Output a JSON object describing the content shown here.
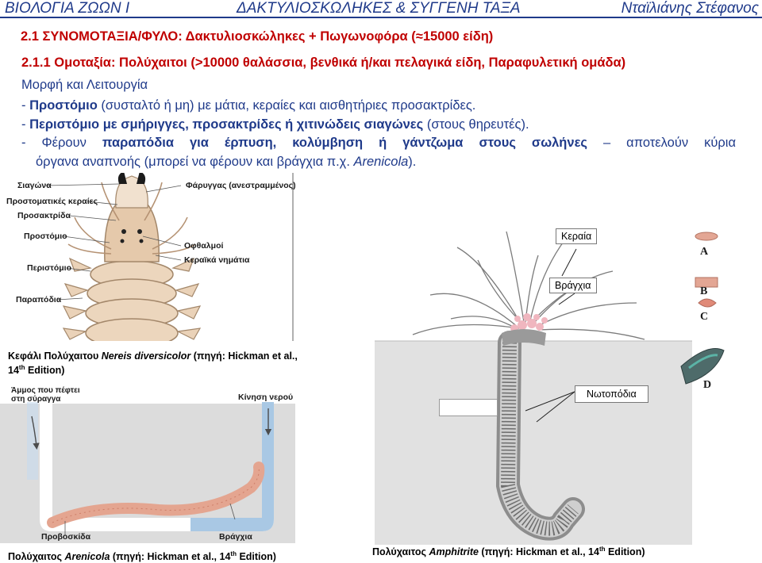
{
  "header": {
    "left": "ΒΙΟΛΟΓΙΑ ΖΩΩΝ Ι",
    "center": "ΔΑΚΤΥΛΙΟΣΚΩΛΗΚΕΣ & ΣΥΓΓΕΝΗ ΤΑΞΑ",
    "right": "Νταϊλιάνης Στέφανος"
  },
  "headings": {
    "section": "2.1  ΣΥΝΟΜΟΤΑΞΙΑ/ΦΥΛΟ: Δακτυλιοσκώληκες + Πωγωνοφόρα (≈15000 είδη)",
    "subsection": "2.1.1  Ομοταξία: Πολύχαιτοι (>10000 θαλάσσια, βενθικά ή/και πελαγικά είδη, Παραφυλετική ομάδα)",
    "topic": "Μορφή και Λειτουργία"
  },
  "bullets": {
    "b1_bold": "Προστόμιο",
    "b1_rest": " (συσταλτό ή μη) με μάτια, κεραίες και αισθητήριες προσακτρίδες.",
    "b2_bold": "Περιστόμιο με σμήριγγες, προσακτρίδες ή χιτινώδεις σιαγώνες",
    "b2_rest": " (στους θηρευτές).",
    "b3_pre": "Φέρουν ",
    "b3_bold": "παραπόδια για έρπυση, κολύμβηση ή γάντζωμα στους σωλήνες",
    "b3_rest": " – αποτελούν κύρια",
    "b3_line2_pre": "όργανα αναπνοής (μπορεί να φέρουν και βράγχια π.χ. ",
    "b3_line2_italic": "Arenicola",
    "b3_line2_post": ")."
  },
  "nereis": {
    "labels": {
      "jaws": "Σιαγώνα",
      "prostomial_antennae": "Προστοματικές κεραίες",
      "palps": "Προσακτρίδα",
      "prostomium": "Προστόμιο",
      "peristomium": "Περιστόμιο",
      "parapodia": "Παραπόδια",
      "pharynx": "Φάρυγγας (ανεστραμμένος)",
      "eyes": "Οφθαλμοί",
      "tentacular_cirri": "Κεραϊκά νημάτια"
    },
    "caption_pre": "Κεφάλι Πολύχαιτου ",
    "caption_italic": "Nereis diversicolor",
    "caption_mid": " (πηγή: Hickman et al.,",
    "caption_line2": "14",
    "caption_sup": "th",
    "caption_post": " Edition)"
  },
  "arenicola": {
    "labels": {
      "sand_falling": "Άμμος που πέφτει\nστη σύραγγα",
      "water_flow": "Κίνηση νερού",
      "proboscis": "Προβοσκίδα",
      "gills": "Βράγχια"
    },
    "caption_pre": "Πολύχαιτος ",
    "caption_italic": "Arenicola",
    "caption_mid": " (πηγή: Hickman et al., 14",
    "caption_sup": "th",
    "caption_post": " Edition)"
  },
  "amphitrite": {
    "labels": {
      "antenna": "Κεραία",
      "gills": "Βράγχια",
      "notopodia": "Νωτοπόδια",
      "A": "A",
      "B": "B",
      "C": "C",
      "D": "D"
    },
    "caption_pre": "Πολύχαιτος ",
    "caption_italic": "Amphitrite",
    "caption_mid": " (πηγή: Hickman et al., 14",
    "caption_sup": "th",
    "caption_post": " Edition)"
  },
  "colors": {
    "header_blue": "#1f3a8a",
    "title_red": "#c00000",
    "body_blue": "#1f3a8a"
  }
}
